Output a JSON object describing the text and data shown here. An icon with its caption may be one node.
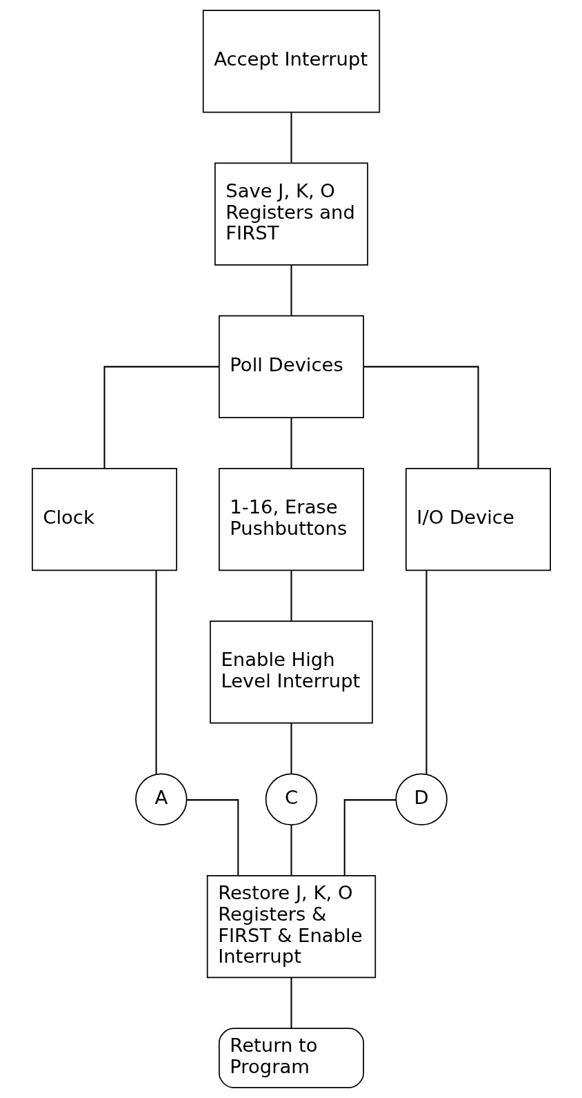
{
  "diagram": {
    "nodes": [
      {
        "text": [
          "Accept Interrupt"
        ]
      },
      {
        "text": [
          "Save J, K, O Registers and FIRST"
        ]
      },
      {
        "text": [
          "Poll Devices"
        ]
      },
      {
        "text": [
          "Clock"
        ]
      },
      {
        "text": [
          "1-16, Erase Pushbuttons"
        ]
      },
      {
        "text": [
          "I/O Device"
        ]
      },
      {
        "text": [
          "Enable High Level Interrupt"
        ]
      },
      {
        "text": [
          "A"
        ]
      },
      {
        "text": [
          "C"
        ]
      },
      {
        "text": [
          "D"
        ]
      },
      {
        "text": [
          "Restore J, K, O Registers & FIRST & Enable Interrupt"
        ]
      },
      {
        "text": [
          "Return to Program"
        ]
      }
    ],
    "edges": [
      {
        "from": 0,
        "to": 1,
        "arrow": "none"
      },
      {
        "from": 1,
        "to": 2,
        "arrow": "none"
      },
      {
        "from": 2,
        "to": 3,
        "arrow": "none"
      },
      {
        "from": 2,
        "to": 4,
        "arrow": "none"
      },
      {
        "from": 2,
        "to": 5,
        "arrow": "none"
      },
      {
        "from": 4,
        "to": 6,
        "arrow": "none"
      },
      {
        "from": 3,
        "to": 7,
        "arrow": "none"
      },
      {
        "from": 6,
        "to": 8,
        "arrow": "none"
      },
      {
        "from": 5,
        "to": 9,
        "arrow": "none"
      },
      {
        "from": 7,
        "to": 10,
        "arrow": "none"
      },
      {
        "from": 8,
        "to": 10,
        "arrow": "none"
      },
      {
        "from": 9,
        "to": 10,
        "arrow": "none"
      },
      {
        "from": 10,
        "to": 11,
        "arrow": "none"
      }
    ]
  }
}
